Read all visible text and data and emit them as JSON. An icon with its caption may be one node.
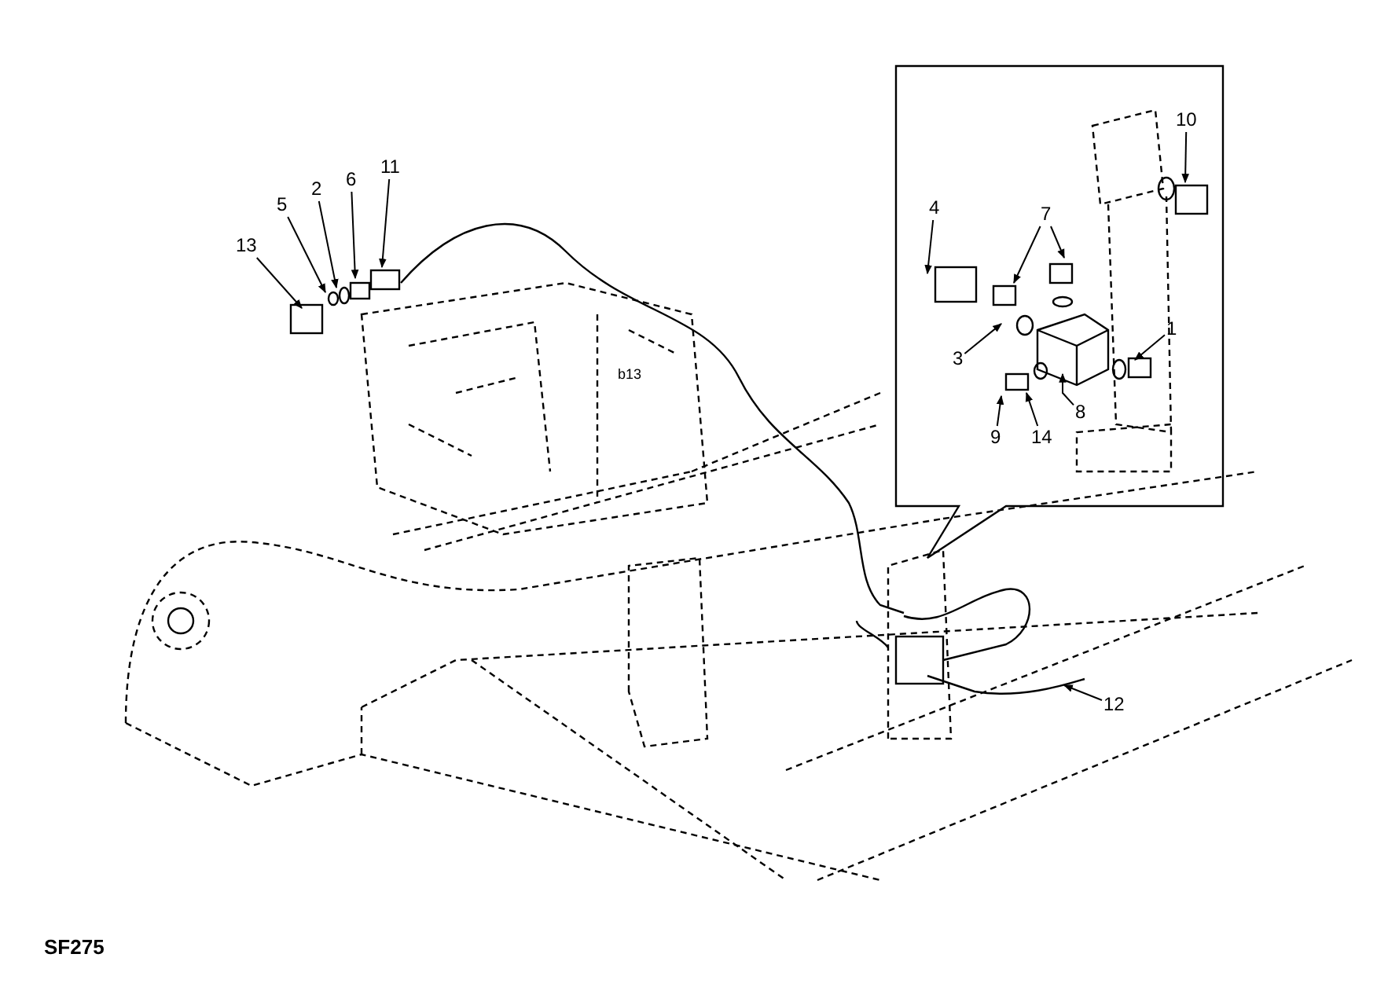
{
  "diagram": {
    "nodes": [
      {
        "text": [
          "13"
        ]
      },
      {
        "text": [
          "5"
        ]
      },
      {
        "text": [
          "2"
        ]
      },
      {
        "text": [
          "6"
        ]
      },
      {
        "text": [
          "11"
        ]
      },
      {
        "text": [
          "4"
        ]
      },
      {
        "text": [
          "7"
        ]
      },
      {
        "text": [
          "10"
        ]
      },
      {
        "text": [
          "3"
        ]
      },
      {
        "text": [
          "1"
        ]
      },
      {
        "text": [
          "8"
        ]
      },
      {
        "text": [
          "9"
        ]
      },
      {
        "text": [
          "14"
        ]
      },
      {
        "text": [
          "12"
        ]
      }
    ],
    "edges": [
      {
        "from": 0,
        "to": null,
        "arrow": "to"
      },
      {
        "from": 1,
        "to": null,
        "arrow": "to"
      },
      {
        "from": 2,
        "to": null,
        "arrow": "to"
      },
      {
        "from": 3,
        "to": null,
        "arrow": "to"
      },
      {
        "from": 4,
        "to": null,
        "arrow": "to"
      },
      {
        "from": 5,
        "to": null,
        "arrow": "to"
      },
      {
        "from": 6,
        "to": null,
        "arrow": "to"
      },
      {
        "from": 6,
        "to": null,
        "arrow": "to"
      },
      {
        "from": 7,
        "to": null,
        "arrow": "to"
      },
      {
        "from": 8,
        "to": null,
        "arrow": "to"
      },
      {
        "from": 9,
        "to": null,
        "arrow": "to"
      },
      {
        "from": 10,
        "to": null,
        "arrow": "to"
      },
      {
        "from": 11,
        "to": null,
        "arrow": "to"
      },
      {
        "from": 12,
        "to": null,
        "arrow": "to"
      },
      {
        "from": 13,
        "to": null,
        "arrow": "to"
      }
    ],
    "labels": [
      "b13",
      "SF275"
    ]
  }
}
